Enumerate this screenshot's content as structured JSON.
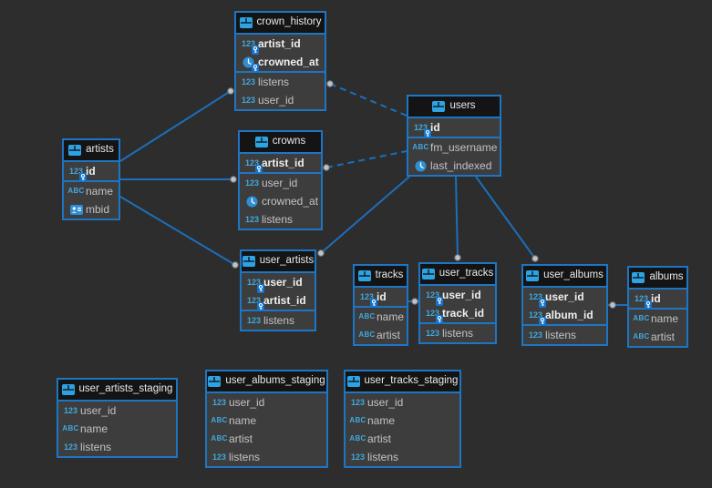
{
  "diagram": {
    "colors": {
      "canvas_bg": "#2d2d2d",
      "table_body_bg": "#3d3d3d",
      "table_header_bg": "#141414",
      "accent_border": "#1d76c4",
      "wire_blue": "#1b6fbb",
      "icon_blue": "#3fa9e0",
      "endpoint_dot": "#bfc3c6",
      "text_normal": "#c3c3c3",
      "text_key": "#efefef"
    },
    "icons": {
      "table": "table-icon",
      "int": "numeric-123-icon",
      "text": "text-abc-icon",
      "timestamp": "clock-icon",
      "card": "id-card-icon",
      "key": "key-icon"
    },
    "tables": {
      "crown_history": {
        "title": "crown_history",
        "key_fields": [
          {
            "name": "artist_id",
            "type": "int",
            "key": true
          },
          {
            "name": "crowned_at",
            "type": "timestamp",
            "key": true
          }
        ],
        "fields": [
          {
            "name": "listens",
            "type": "int"
          },
          {
            "name": "user_id",
            "type": "int"
          }
        ]
      },
      "users": {
        "title": "users",
        "key_fields": [
          {
            "name": "id",
            "type": "int",
            "key": true
          }
        ],
        "fields": [
          {
            "name": "fm_username",
            "type": "text"
          },
          {
            "name": "last_indexed",
            "type": "timestamp"
          }
        ]
      },
      "artists": {
        "title": "artists",
        "key_fields": [
          {
            "name": "id",
            "type": "int",
            "key": true
          }
        ],
        "fields": [
          {
            "name": "name",
            "type": "text"
          },
          {
            "name": "mbid",
            "type": "card"
          }
        ]
      },
      "crowns": {
        "title": "crowns",
        "key_fields": [
          {
            "name": "artist_id",
            "type": "int",
            "key": true
          }
        ],
        "fields": [
          {
            "name": "user_id",
            "type": "int"
          },
          {
            "name": "crowned_at",
            "type": "timestamp"
          },
          {
            "name": "listens",
            "type": "int"
          }
        ]
      },
      "user_artists": {
        "title": "user_artists",
        "key_fields": [
          {
            "name": "user_id",
            "type": "int",
            "key": true
          },
          {
            "name": "artist_id",
            "type": "int",
            "key": true
          }
        ],
        "fields": [
          {
            "name": "listens",
            "type": "int"
          }
        ]
      },
      "tracks": {
        "title": "tracks",
        "key_fields": [
          {
            "name": "id",
            "type": "int",
            "key": true
          }
        ],
        "fields": [
          {
            "name": "name",
            "type": "text"
          },
          {
            "name": "artist",
            "type": "text"
          }
        ]
      },
      "user_tracks": {
        "title": "user_tracks",
        "key_fields": [
          {
            "name": "user_id",
            "type": "int",
            "key": true
          },
          {
            "name": "track_id",
            "type": "int",
            "key": true
          }
        ],
        "fields": [
          {
            "name": "listens",
            "type": "int"
          }
        ]
      },
      "user_albums": {
        "title": "user_albums",
        "key_fields": [
          {
            "name": "user_id",
            "type": "int",
            "key": true
          },
          {
            "name": "album_id",
            "type": "int",
            "key": true
          }
        ],
        "fields": [
          {
            "name": "listens",
            "type": "int"
          }
        ]
      },
      "albums": {
        "title": "albums",
        "key_fields": [
          {
            "name": "id",
            "type": "int",
            "key": true
          }
        ],
        "fields": [
          {
            "name": "name",
            "type": "text"
          },
          {
            "name": "artist",
            "type": "text"
          }
        ]
      },
      "user_artists_staging": {
        "title": "user_artists_staging",
        "key_fields": [],
        "fields": [
          {
            "name": "user_id",
            "type": "int"
          },
          {
            "name": "name",
            "type": "text"
          },
          {
            "name": "listens",
            "type": "int"
          }
        ]
      },
      "user_albums_staging": {
        "title": "user_albums_staging",
        "key_fields": [],
        "fields": [
          {
            "name": "user_id",
            "type": "int"
          },
          {
            "name": "name",
            "type": "text"
          },
          {
            "name": "artist",
            "type": "text"
          },
          {
            "name": "listens",
            "type": "int"
          }
        ]
      },
      "user_tracks_staging": {
        "title": "user_tracks_staging",
        "key_fields": [],
        "fields": [
          {
            "name": "user_id",
            "type": "int"
          },
          {
            "name": "name",
            "type": "text"
          },
          {
            "name": "artist",
            "type": "text"
          },
          {
            "name": "listens",
            "type": "int"
          }
        ]
      }
    },
    "relations": [
      {
        "from": "artists",
        "to": "crown_history",
        "style": "solid"
      },
      {
        "from": "artists",
        "to": "crowns",
        "style": "solid"
      },
      {
        "from": "artists",
        "to": "user_artists",
        "style": "solid"
      },
      {
        "from": "crown_history",
        "to": "users",
        "style": "dashed"
      },
      {
        "from": "crowns",
        "to": "users",
        "style": "dashed"
      },
      {
        "from": "users",
        "to": "user_artists",
        "style": "solid"
      },
      {
        "from": "users",
        "to": "user_tracks",
        "style": "solid"
      },
      {
        "from": "users",
        "to": "user_albums",
        "style": "solid"
      },
      {
        "from": "tracks",
        "to": "user_tracks",
        "style": "solid"
      },
      {
        "from": "user_albums",
        "to": "albums",
        "style": "solid"
      }
    ]
  }
}
